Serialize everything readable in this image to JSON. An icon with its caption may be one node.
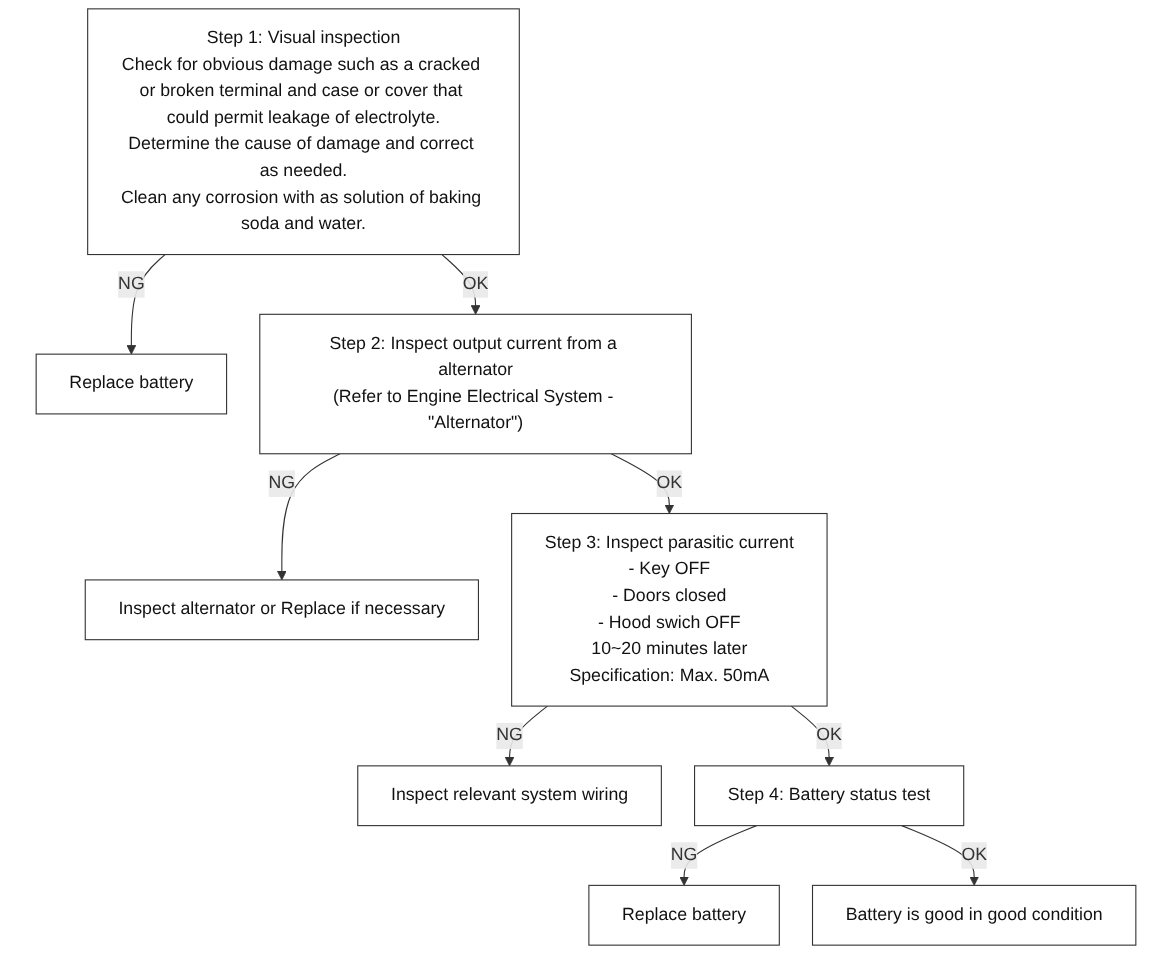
{
  "diagram": {
    "nodes": [
      {
        "text": [
          "Step 1: Visual inspection",
          "Check for obvious damage such as a cracked or broken terminal and case or cover that could permit leakage of electrolyte.",
          "Determine the cause of damage and correct as needed.",
          "Clean any corrosion with as solution of baking soda and water."
        ]
      },
      {
        "text": [
          "Replace battery"
        ]
      },
      {
        "text": [
          "Step 2: Inspect output current from a alternator",
          "(Refer to Engine Electrical System - \"Alternator\")"
        ]
      },
      {
        "text": [
          "Inspect alternator or Replace if necessary"
        ]
      },
      {
        "text": [
          "Step 3: Inspect parasitic current",
          "- Key OFF",
          "- Doors closed",
          "- Hood swich OFF",
          "10~20 minutes later",
          "Specification: Max. 50mA"
        ]
      },
      {
        "text": [
          "Inspect relevant system wiring"
        ]
      },
      {
        "text": [
          "Step 4: Battery status test"
        ]
      },
      {
        "text": [
          "Replace battery"
        ]
      },
      {
        "text": [
          "Battery is good in good condition"
        ]
      }
    ],
    "edges": [
      {
        "from": 0,
        "to": 1,
        "arrow": "to",
        "label": "NG"
      },
      {
        "from": 0,
        "to": 2,
        "arrow": "to",
        "label": "OK"
      },
      {
        "from": 2,
        "to": 3,
        "arrow": "to",
        "label": "NG"
      },
      {
        "from": 2,
        "to": 4,
        "arrow": "to",
        "label": "OK"
      },
      {
        "from": 4,
        "to": 5,
        "arrow": "to",
        "label": "NG"
      },
      {
        "from": 4,
        "to": 6,
        "arrow": "to",
        "label": "OK"
      },
      {
        "from": 6,
        "to": 7,
        "arrow": "to",
        "label": "NG"
      },
      {
        "from": 6,
        "to": 8,
        "arrow": "to",
        "label": "OK"
      }
    ]
  }
}
